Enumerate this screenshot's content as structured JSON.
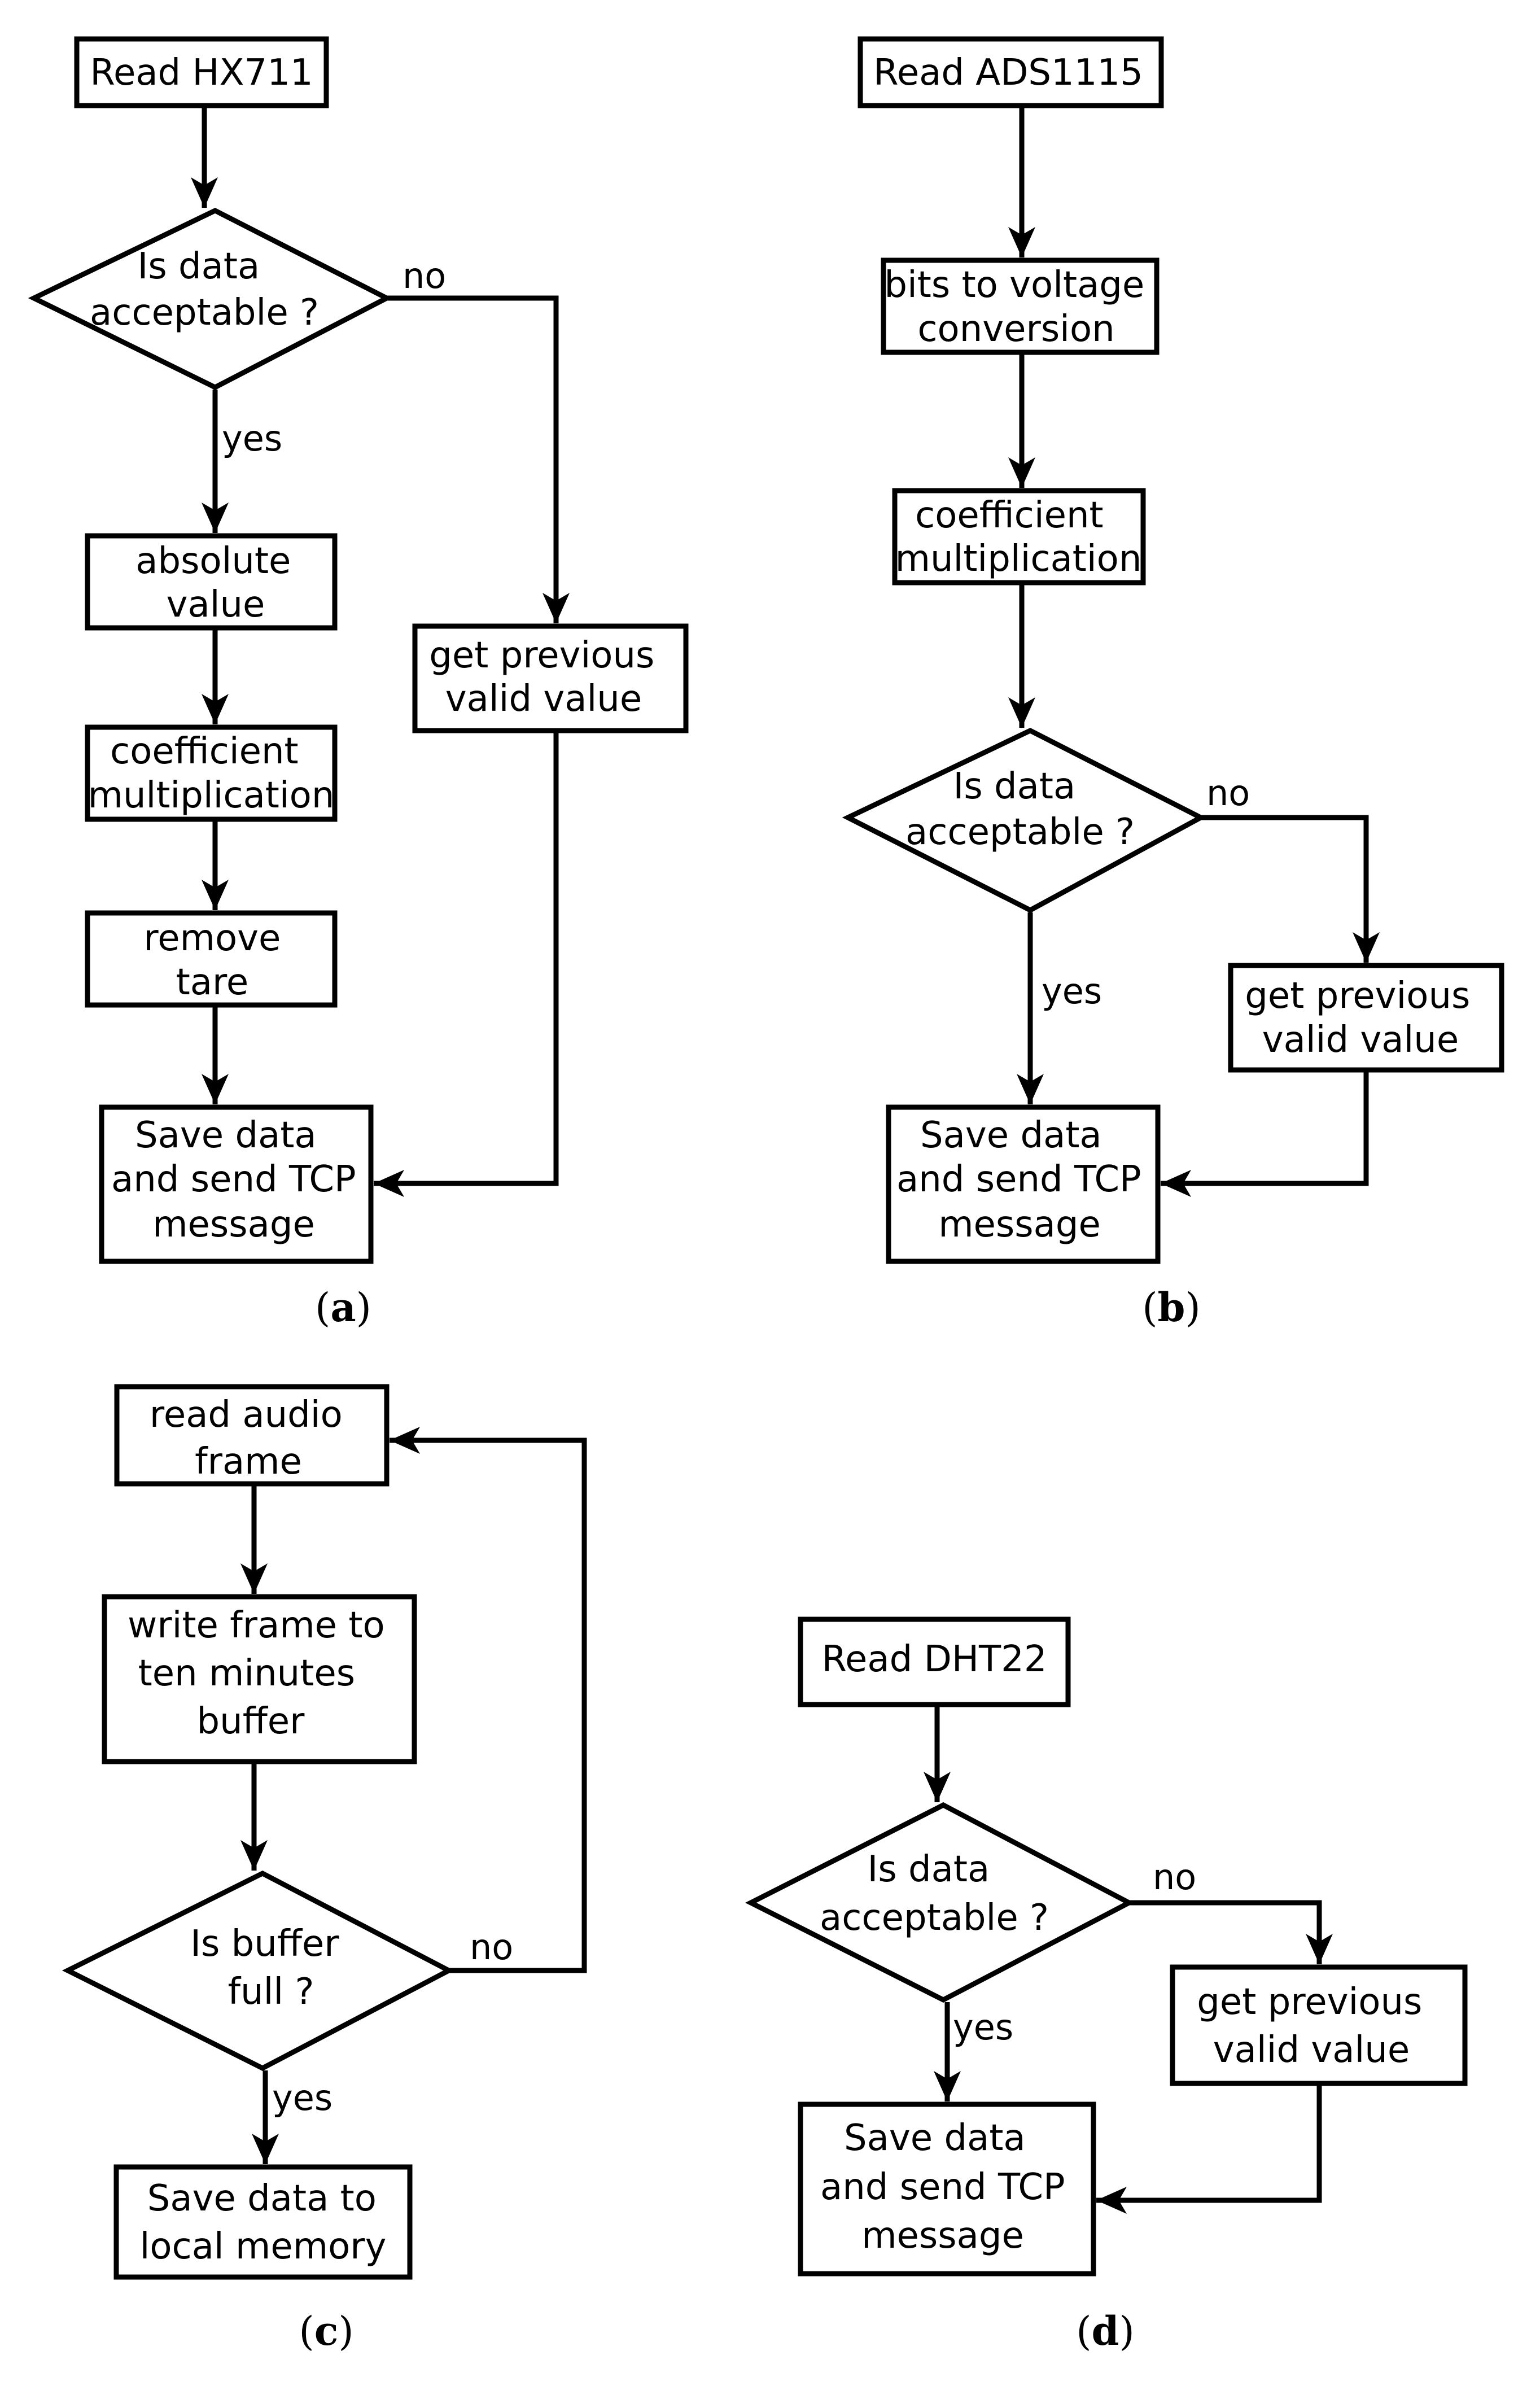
{
  "panels": {
    "a": {
      "caption": "a",
      "read": "Read HX711",
      "decision": [
        "Is data",
        "acceptable ?"
      ],
      "no": "no",
      "yes": "yes",
      "abs": [
        "absolute",
        "value"
      ],
      "coef": [
        "coefficient",
        "multiplication"
      ],
      "tare": [
        "remove",
        "tare"
      ],
      "prev": [
        "get previous",
        "valid value"
      ],
      "save": [
        "Save data",
        "and send TCP",
        "message"
      ]
    },
    "b": {
      "caption": "b",
      "read": "Read ADS1115",
      "bits": [
        "bits to voltage",
        "conversion"
      ],
      "coef": [
        "coefficient",
        "multiplication"
      ],
      "decision": [
        "Is data",
        "acceptable ?"
      ],
      "no": "no",
      "yes": "yes",
      "prev": [
        "get previous",
        "valid value"
      ],
      "save": [
        "Save data",
        "and send TCP",
        "message"
      ]
    },
    "c": {
      "caption": "c",
      "read": [
        "read audio",
        "frame"
      ],
      "write": [
        "write frame to",
        "ten minutes",
        "buffer"
      ],
      "decision": [
        "Is buffer",
        "full ?"
      ],
      "no": "no",
      "yes": "yes",
      "save": [
        "Save data to",
        "local memory"
      ]
    },
    "d": {
      "caption": "d",
      "read": "Read DHT22",
      "decision": [
        "Is data",
        "acceptable ?"
      ],
      "no": "no",
      "yes": "yes",
      "prev": [
        "get previous",
        "valid value"
      ],
      "save": [
        "Save data",
        "and send TCP",
        "message"
      ]
    }
  }
}
